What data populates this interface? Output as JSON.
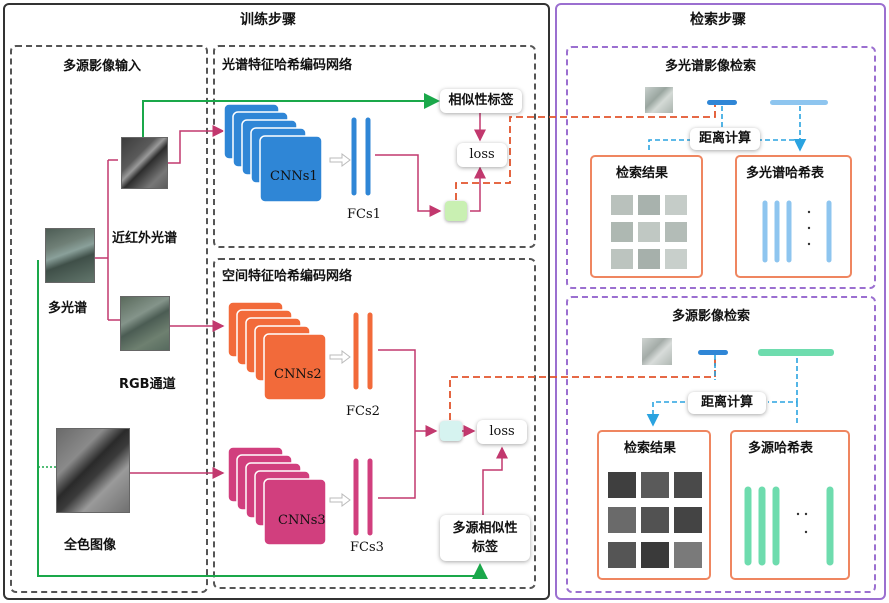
{
  "training": {
    "title": "训练步骤",
    "input_section_title": "多源影像输入",
    "multispectral_label": "多光谱",
    "nir_label": "近红外光谱",
    "rgb_label": "RGB通道",
    "pan_label": "全色图像",
    "spectral_net_title": "光谱特征哈希编码网络",
    "spatial_net_title": "空间特征哈希编码网络",
    "cnn1_label": "CNNs1",
    "cnn2_label": "CNNs2",
    "cnn3_label": "CNNs3",
    "fc1_label": "FCs1",
    "fc2_label": "FCs2",
    "fc3_label": "FCs3",
    "similarity_label": "相似性标签",
    "loss1_label": "loss",
    "loss2_label": "loss",
    "multisource_similarity_label_line1": "多源相似性",
    "multisource_similarity_label_line2": "标签"
  },
  "retrieval": {
    "title": "检索步骤",
    "ms_retrieval_title": "多光谱影像检索",
    "ms_distance_label": "距离计算",
    "ms_results_label": "检索结果",
    "ms_hash_table_label": "多光谱哈希表",
    "src_retrieval_title": "多源影像检索",
    "src_distance_label": "距离计算",
    "src_results_label": "检索结果",
    "src_hash_table_label": "多源哈希表"
  },
  "colors": {
    "cnn1": "#2f86d6",
    "cnn2": "#f26a3a",
    "cnn3": "#d13f7e",
    "ms_hash": "#8ec5ef",
    "src_hash": "#6edcae",
    "flow_green": "#1aa84a",
    "flow_magenta": "#c2386e",
    "dash_orange": "#e2542c",
    "dash_blue": "#2aa3e0",
    "training_frame": "#333333",
    "retrieval_frame": "#9b6fd0",
    "result_frame": "#ef8660"
  }
}
